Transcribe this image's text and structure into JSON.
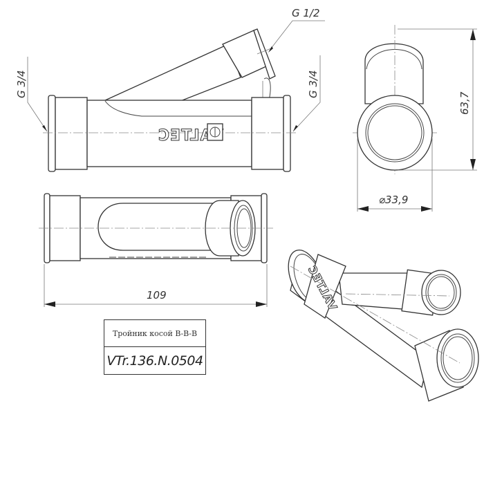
{
  "drawing": {
    "title": "Тройник косой В-В-В",
    "part_number": "VTr.136.N.0504",
    "brand_logo": "VALTEC"
  },
  "dimensions": {
    "thread_left": "G 3/4",
    "thread_branch": "G 1/2",
    "thread_right": "G 3/4",
    "height": "63,7",
    "diameter": "⌀33,9",
    "length": "109"
  },
  "views": [
    {
      "name": "front-view"
    },
    {
      "name": "side-view"
    },
    {
      "name": "top-view"
    },
    {
      "name": "isometric-view"
    }
  ],
  "colors": {
    "line": "#333333",
    "background": "#ffffff",
    "axis": "#888888"
  }
}
